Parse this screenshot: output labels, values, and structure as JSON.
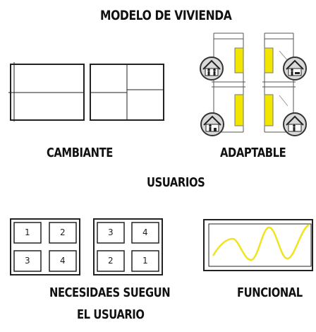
{
  "title": "MODELO DE VIVIENDA",
  "labels": {
    "cambiante": "CAMBIANTE",
    "adaptable": "ADAPTABLE",
    "usuarios": "USUARIOS",
    "necesidades_line1": "NECESIDAES SUEGUN",
    "necesidades_line2": "EL USUARIO",
    "funcional": "FUNCIONAL"
  },
  "grids": {
    "left": [
      "1",
      "2",
      "3",
      "4"
    ],
    "right": [
      "3",
      "4",
      "2",
      "1"
    ]
  },
  "colors": {
    "ink": "#222222",
    "accent_yellow": "#f2e600",
    "wave_yellow": "#f0e41e",
    "icon_fill": "#d9d9d9"
  },
  "icons": [
    "family-house-icon",
    "person-dog-house-icon",
    "couple-house-icon",
    "single-person-house-icon"
  ]
}
